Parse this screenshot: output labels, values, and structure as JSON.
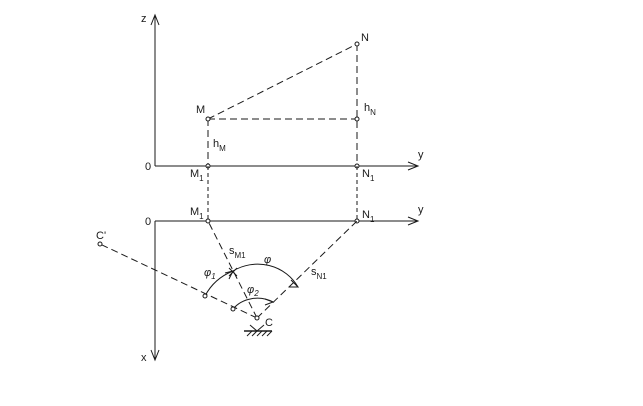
{
  "axes": {
    "z": "z",
    "y_upper": "y",
    "y_lower": "y",
    "x": "x",
    "origin_upper": "0",
    "origin_lower": "0"
  },
  "points": {
    "N": "N",
    "M": "M",
    "M1_upper": "M",
    "N1_upper": "N",
    "M1_lower": "M",
    "N1_lower": "N",
    "C": "C",
    "C_prime": "C'"
  },
  "subscripts": {
    "one": "1",
    "hN": "N",
    "hM": "M",
    "sM1": "M1",
    "sN1": "N1"
  },
  "heights": {
    "h_N": "h",
    "h_M": "h"
  },
  "distances": {
    "s_M1": "s",
    "s_N1": "s"
  },
  "angles": {
    "phi": "φ",
    "phi1": "φ",
    "phi1_sub": "1",
    "phi2": "φ",
    "phi2_sub": "2"
  }
}
